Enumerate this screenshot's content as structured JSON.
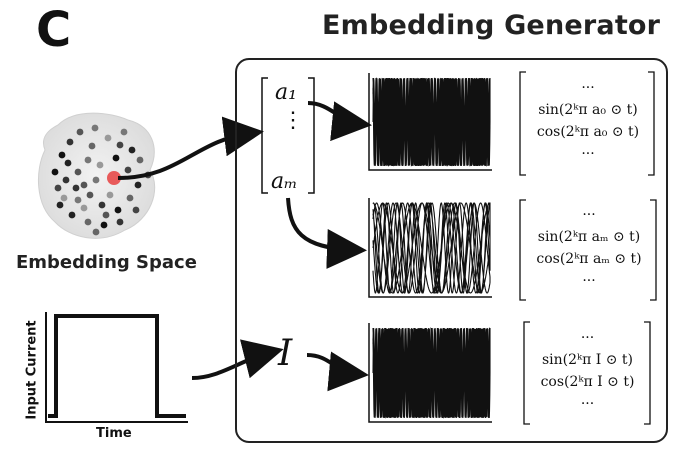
{
  "panel_letter": "C",
  "generator_title": "Embedding Generator",
  "embedding_space_label": "Embedding Space",
  "input_plot": {
    "y_label": "Input Current",
    "x_label": "Time"
  },
  "vector_symbols": {
    "first": "a₁",
    "dots": "⋮",
    "last": "aₘ",
    "input": "I"
  },
  "encodings": [
    {
      "top": "···",
      "sin": "sin(2ᵏπ a₀ ⊙ t)",
      "cos": "cos(2ᵏπ a₀ ⊙ t)",
      "bottom": "···"
    },
    {
      "top": "···",
      "sin": "sin(2ᵏπ aₘ ⊙ t)",
      "cos": "cos(2ᵏπ aₘ ⊙ t)",
      "bottom": "···"
    },
    {
      "top": "···",
      "sin": "sin(2ᵏπ I ⊙ t)",
      "cos": "cos(2ᵏπ I ⊙ t)",
      "bottom": "···"
    }
  ],
  "colors": {
    "ink": "#111111",
    "highlight_point": "#e85a5a",
    "cloud": "#e6e6e6"
  }
}
